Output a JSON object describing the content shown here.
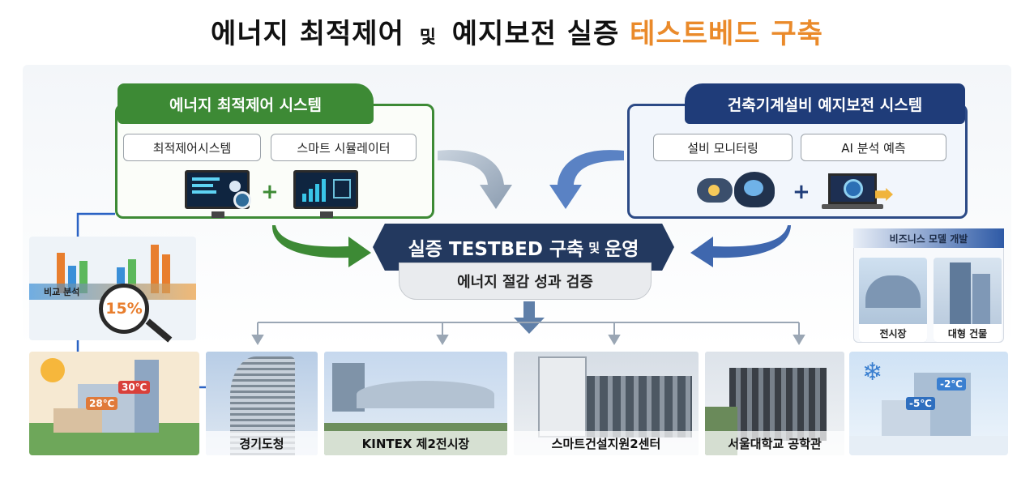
{
  "title": {
    "part1": "에너지 최적제어",
    "conj1": "및",
    "part2": "예지보전 실증",
    "highlight": "테스트베드 구축"
  },
  "left_system": {
    "title": "에너지 최적제어 시스템",
    "items": [
      "최적제어시스템",
      "스마트 시뮬레이터"
    ],
    "plus": "+"
  },
  "right_system": {
    "title": "건축기계설비 예지보전 시스템",
    "items": [
      "설비 모니터링",
      "AI 분석 예측"
    ],
    "plus": "+"
  },
  "center": {
    "banner_a": "실증 TESTBED 구축",
    "banner_conj": "및",
    "banner_b": "운영",
    "sub": "에너지 절감 성과 검증"
  },
  "left_illustration": {
    "compare_label": "비교 분석",
    "percent": "15%",
    "temp_a": "30℃",
    "temp_b": "28℃"
  },
  "sites": [
    "경기도청",
    "KINTEX 제2전시장",
    "스마트건설지원2센터",
    "서울대학교 공학관"
  ],
  "business": {
    "title": "비즈니스 모델 개발",
    "cards": [
      "전시장",
      "대형 건물"
    ]
  },
  "right_illustration": {
    "temp_a": "-2℃",
    "temp_b": "-5℃"
  },
  "colors": {
    "green": "#3d8a35",
    "navy": "#1f3c79",
    "accent": "#ea8a2a",
    "arrow_gray": "#8aa0b8"
  }
}
